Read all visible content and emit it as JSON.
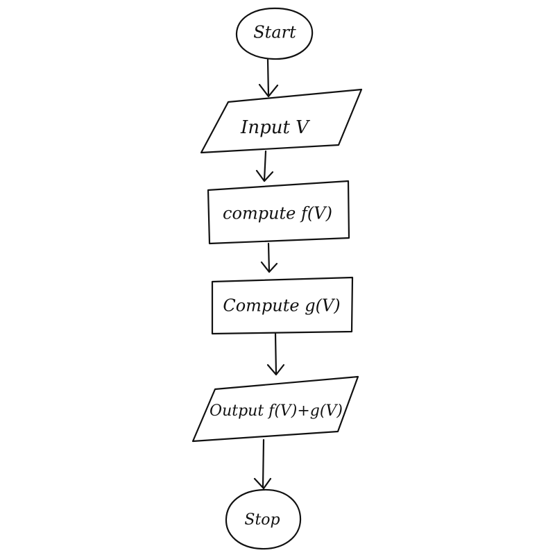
{
  "diagram": {
    "nodes": {
      "start": "Start",
      "input": "Input V",
      "compute_f": "compute f(V)",
      "compute_g": "Compute g(V)",
      "output": "Output f(V)+g(V)",
      "stop": "Stop"
    }
  }
}
